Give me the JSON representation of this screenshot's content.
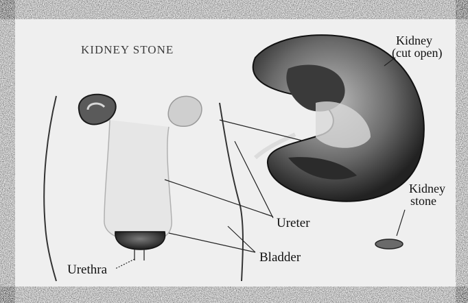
{
  "title": "KIDNEY STONE",
  "labels": {
    "kidney": "Kidney",
    "kidney_sub": "(cut open)",
    "kidney_stone": "Kidney",
    "kidney_stone_sub": "stone",
    "ureter": "Ureter",
    "bladder": "Bladder",
    "urethra": "Urethra"
  },
  "colors": {
    "background": "#efefef",
    "ink": "#111111"
  }
}
